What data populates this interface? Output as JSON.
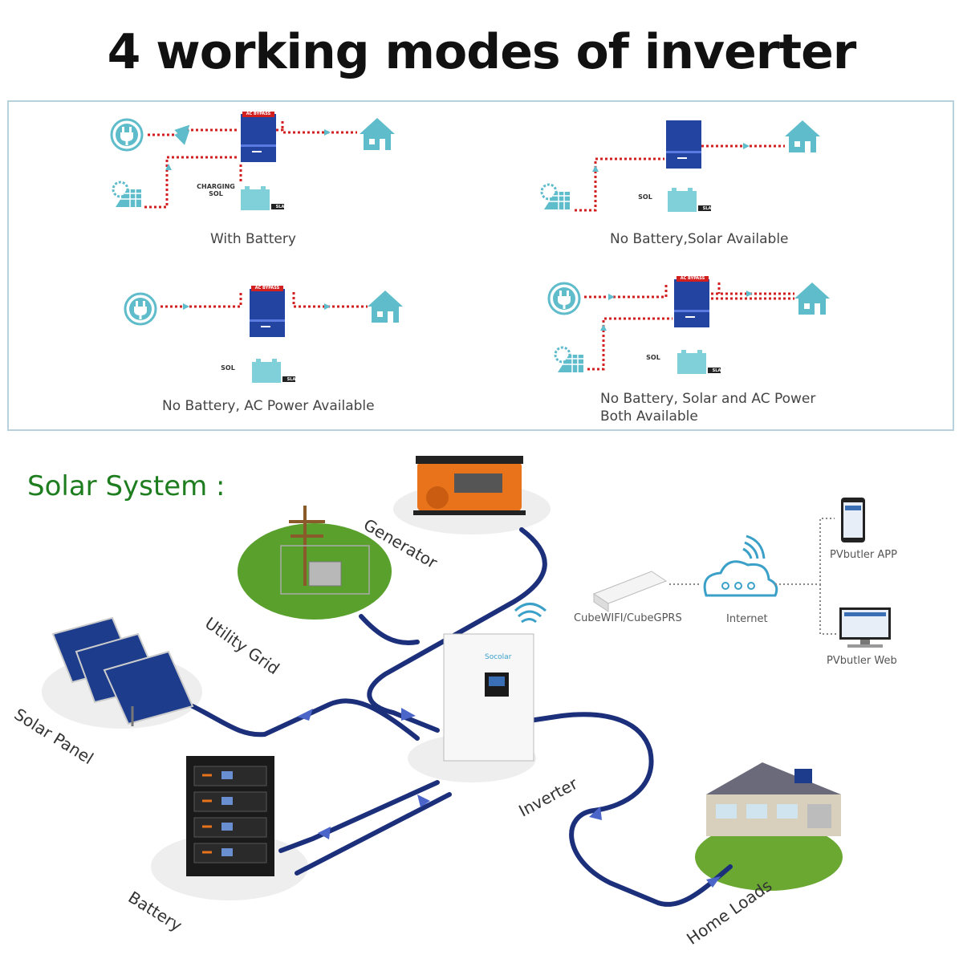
{
  "title": "4 working modes of inverter",
  "modes": {
    "with_battery": "With Battery",
    "no_battery_solar": "No Battery,Solar Available",
    "no_battery_ac_line1": "No Battery, AC Power Available",
    "no_battery_solar_ac_line1": "No Battery, Solar and AC Power",
    "no_battery_solar_ac_line2": "Both Available",
    "charging_label": "CHARGING",
    "sol_label": "SOL",
    "sla_label": "SLA",
    "bypass_label": "AC BYPASS"
  },
  "system": {
    "title": "Solar System :",
    "generator": "Generator",
    "utility_grid": "Utility Grid",
    "solar_panel": "Solar Panel",
    "battery": "Battery",
    "inverter": "Inverter",
    "home_loads": "Home Loads",
    "inverter_brand": "Socolar",
    "cube": "CubeWIFI/CubeGPRS",
    "internet": "Internet",
    "app": "PVbutler APP",
    "web": "PVbutler Web"
  },
  "colors": {
    "teal": "#5fbccb",
    "inverter_blue": "#2344a0",
    "flow_red": "#d22020",
    "pipe_blue": "#1c2f7a",
    "green_title": "#1e7d1e"
  }
}
